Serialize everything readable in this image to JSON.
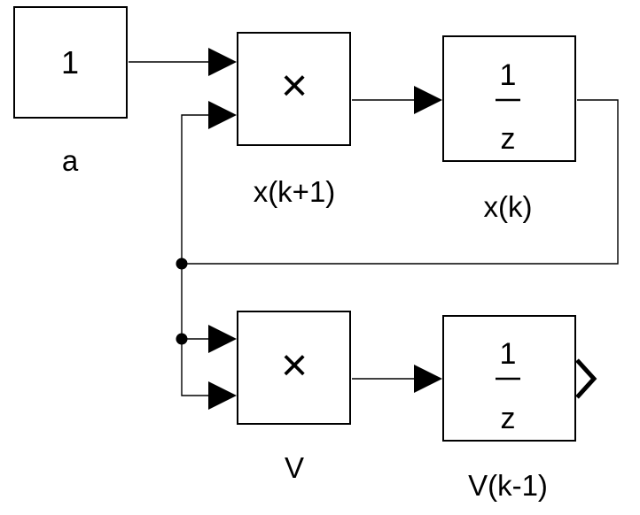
{
  "blocks": {
    "constant": {
      "value": "1",
      "label": "a"
    },
    "product_top": {
      "symbol": "×",
      "label": "x(k+1)"
    },
    "delay_top": {
      "numerator": "1",
      "denominator": "z",
      "label": "x(k)"
    },
    "product_bottom": {
      "symbol": "×",
      "label": "V"
    },
    "delay_bottom": {
      "numerator": "1",
      "denominator": "z",
      "label": "V(k-1)"
    }
  }
}
